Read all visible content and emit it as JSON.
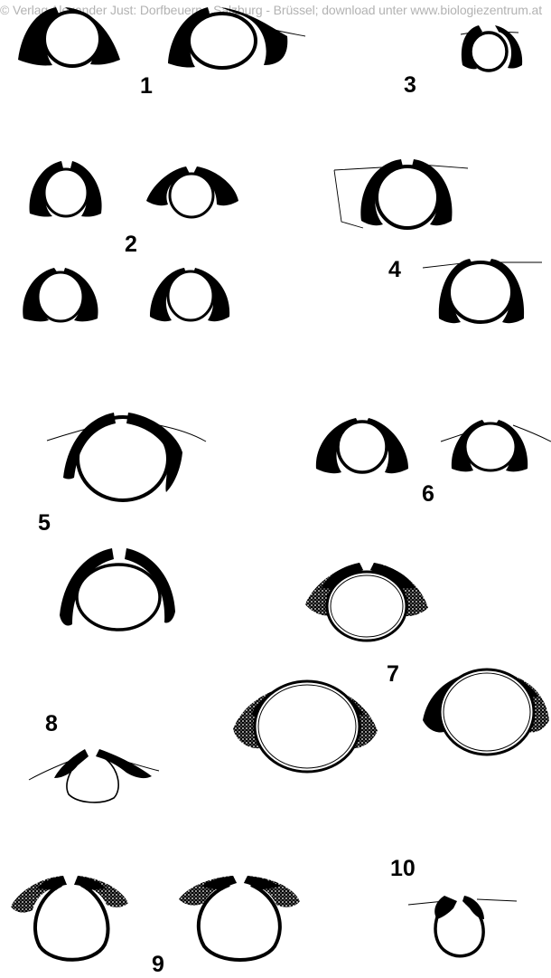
{
  "watermark": "© Verlag Alexander Just: Dorfbeuern - Salzburg - Brüssel; download unter www.biologiezentrum.at",
  "figure_numbers": [
    "1",
    "2",
    "3",
    "4",
    "5",
    "6",
    "7",
    "8",
    "9",
    "10"
  ]
}
